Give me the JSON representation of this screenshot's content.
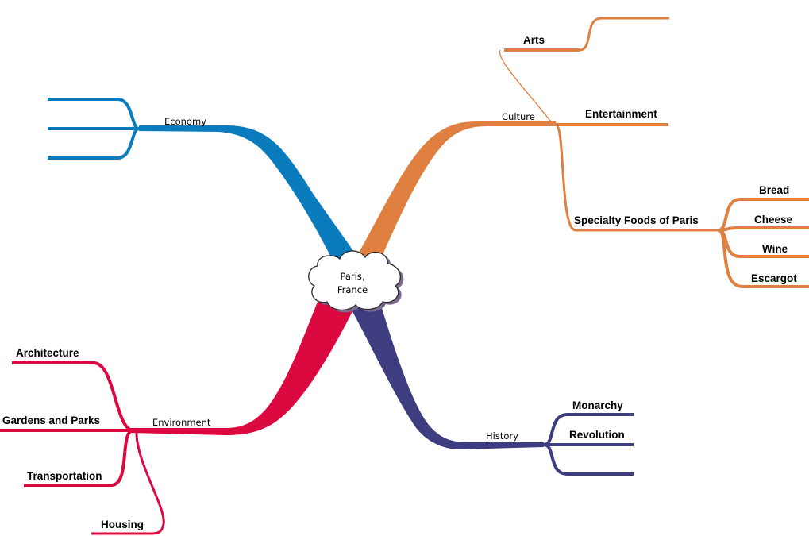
{
  "center": {
    "lines": [
      "Paris,",
      "France"
    ]
  },
  "colors": {
    "economy": "#0a7bbd",
    "culture": "#e08040",
    "environment": "#dc0840",
    "history": "#3d3d80",
    "cloud_outline": "#2a2a2a",
    "cloud_shadow": "#7a6a90"
  },
  "branches": {
    "economy": {
      "label": "Economy",
      "children": [
        "",
        "",
        ""
      ]
    },
    "culture": {
      "label": "Culture",
      "children": {
        "arts": "Arts",
        "entertainment": "Entertainment",
        "specialty_foods": "Specialty Foods of Paris",
        "foods": [
          "Bread",
          "Cheese",
          "Wine",
          "Escargot"
        ]
      }
    },
    "environment": {
      "label": "Environment",
      "children": [
        "Architecture",
        "Gardens and Parks",
        "Transportation",
        "Housing"
      ]
    },
    "history": {
      "label": "History",
      "children": [
        "Monarchy",
        "Revolution",
        ""
      ]
    }
  }
}
